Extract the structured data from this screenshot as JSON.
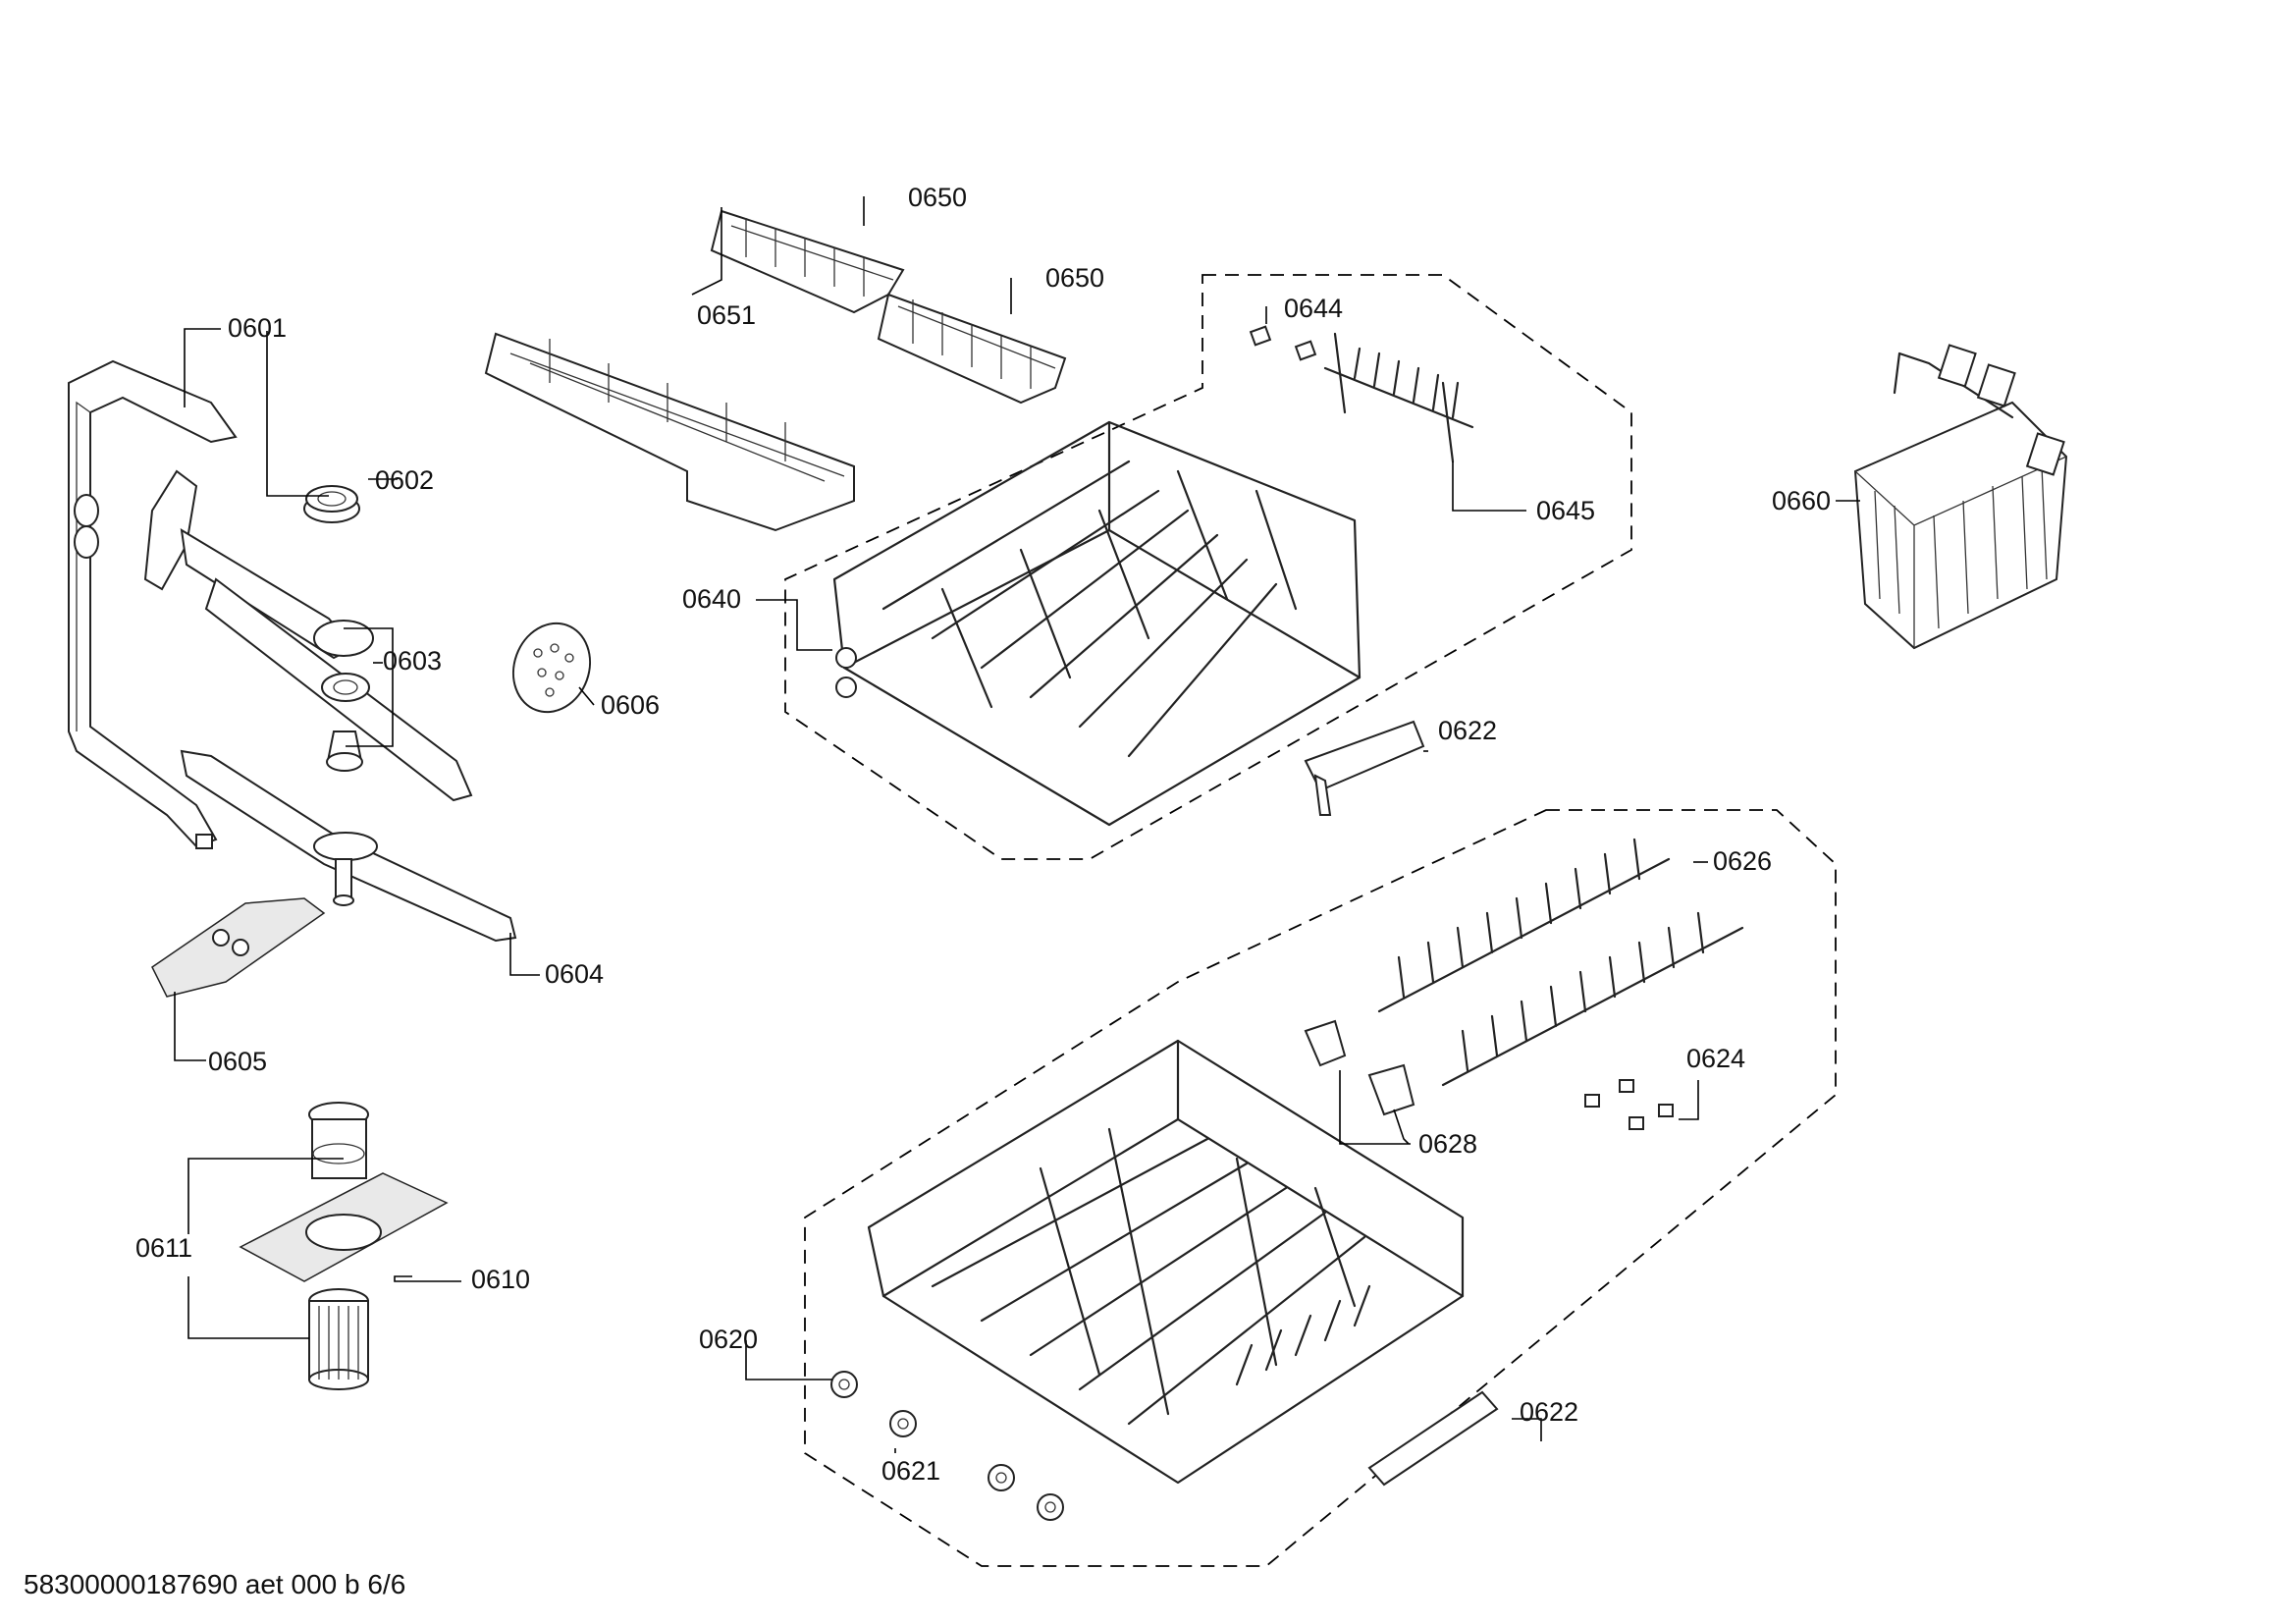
{
  "callouts": {
    "c0601": "0601",
    "c0602": "0602",
    "c0603": "0603",
    "c0604": "0604",
    "c0605": "0605",
    "c0606": "0606",
    "c0610": "0610",
    "c0611": "0611",
    "c0620": "0620",
    "c0621": "0621",
    "c0622a": "0622",
    "c0622b": "0622",
    "c0624": "0624",
    "c0626": "0626",
    "c0628": "0628",
    "c0640": "0640",
    "c0644": "0644",
    "c0645": "0645",
    "c0650a": "0650",
    "c0650b": "0650",
    "c0651": "0651",
    "c0660": "0660"
  },
  "footer": "58300000187690 aet 000 b 6/6"
}
